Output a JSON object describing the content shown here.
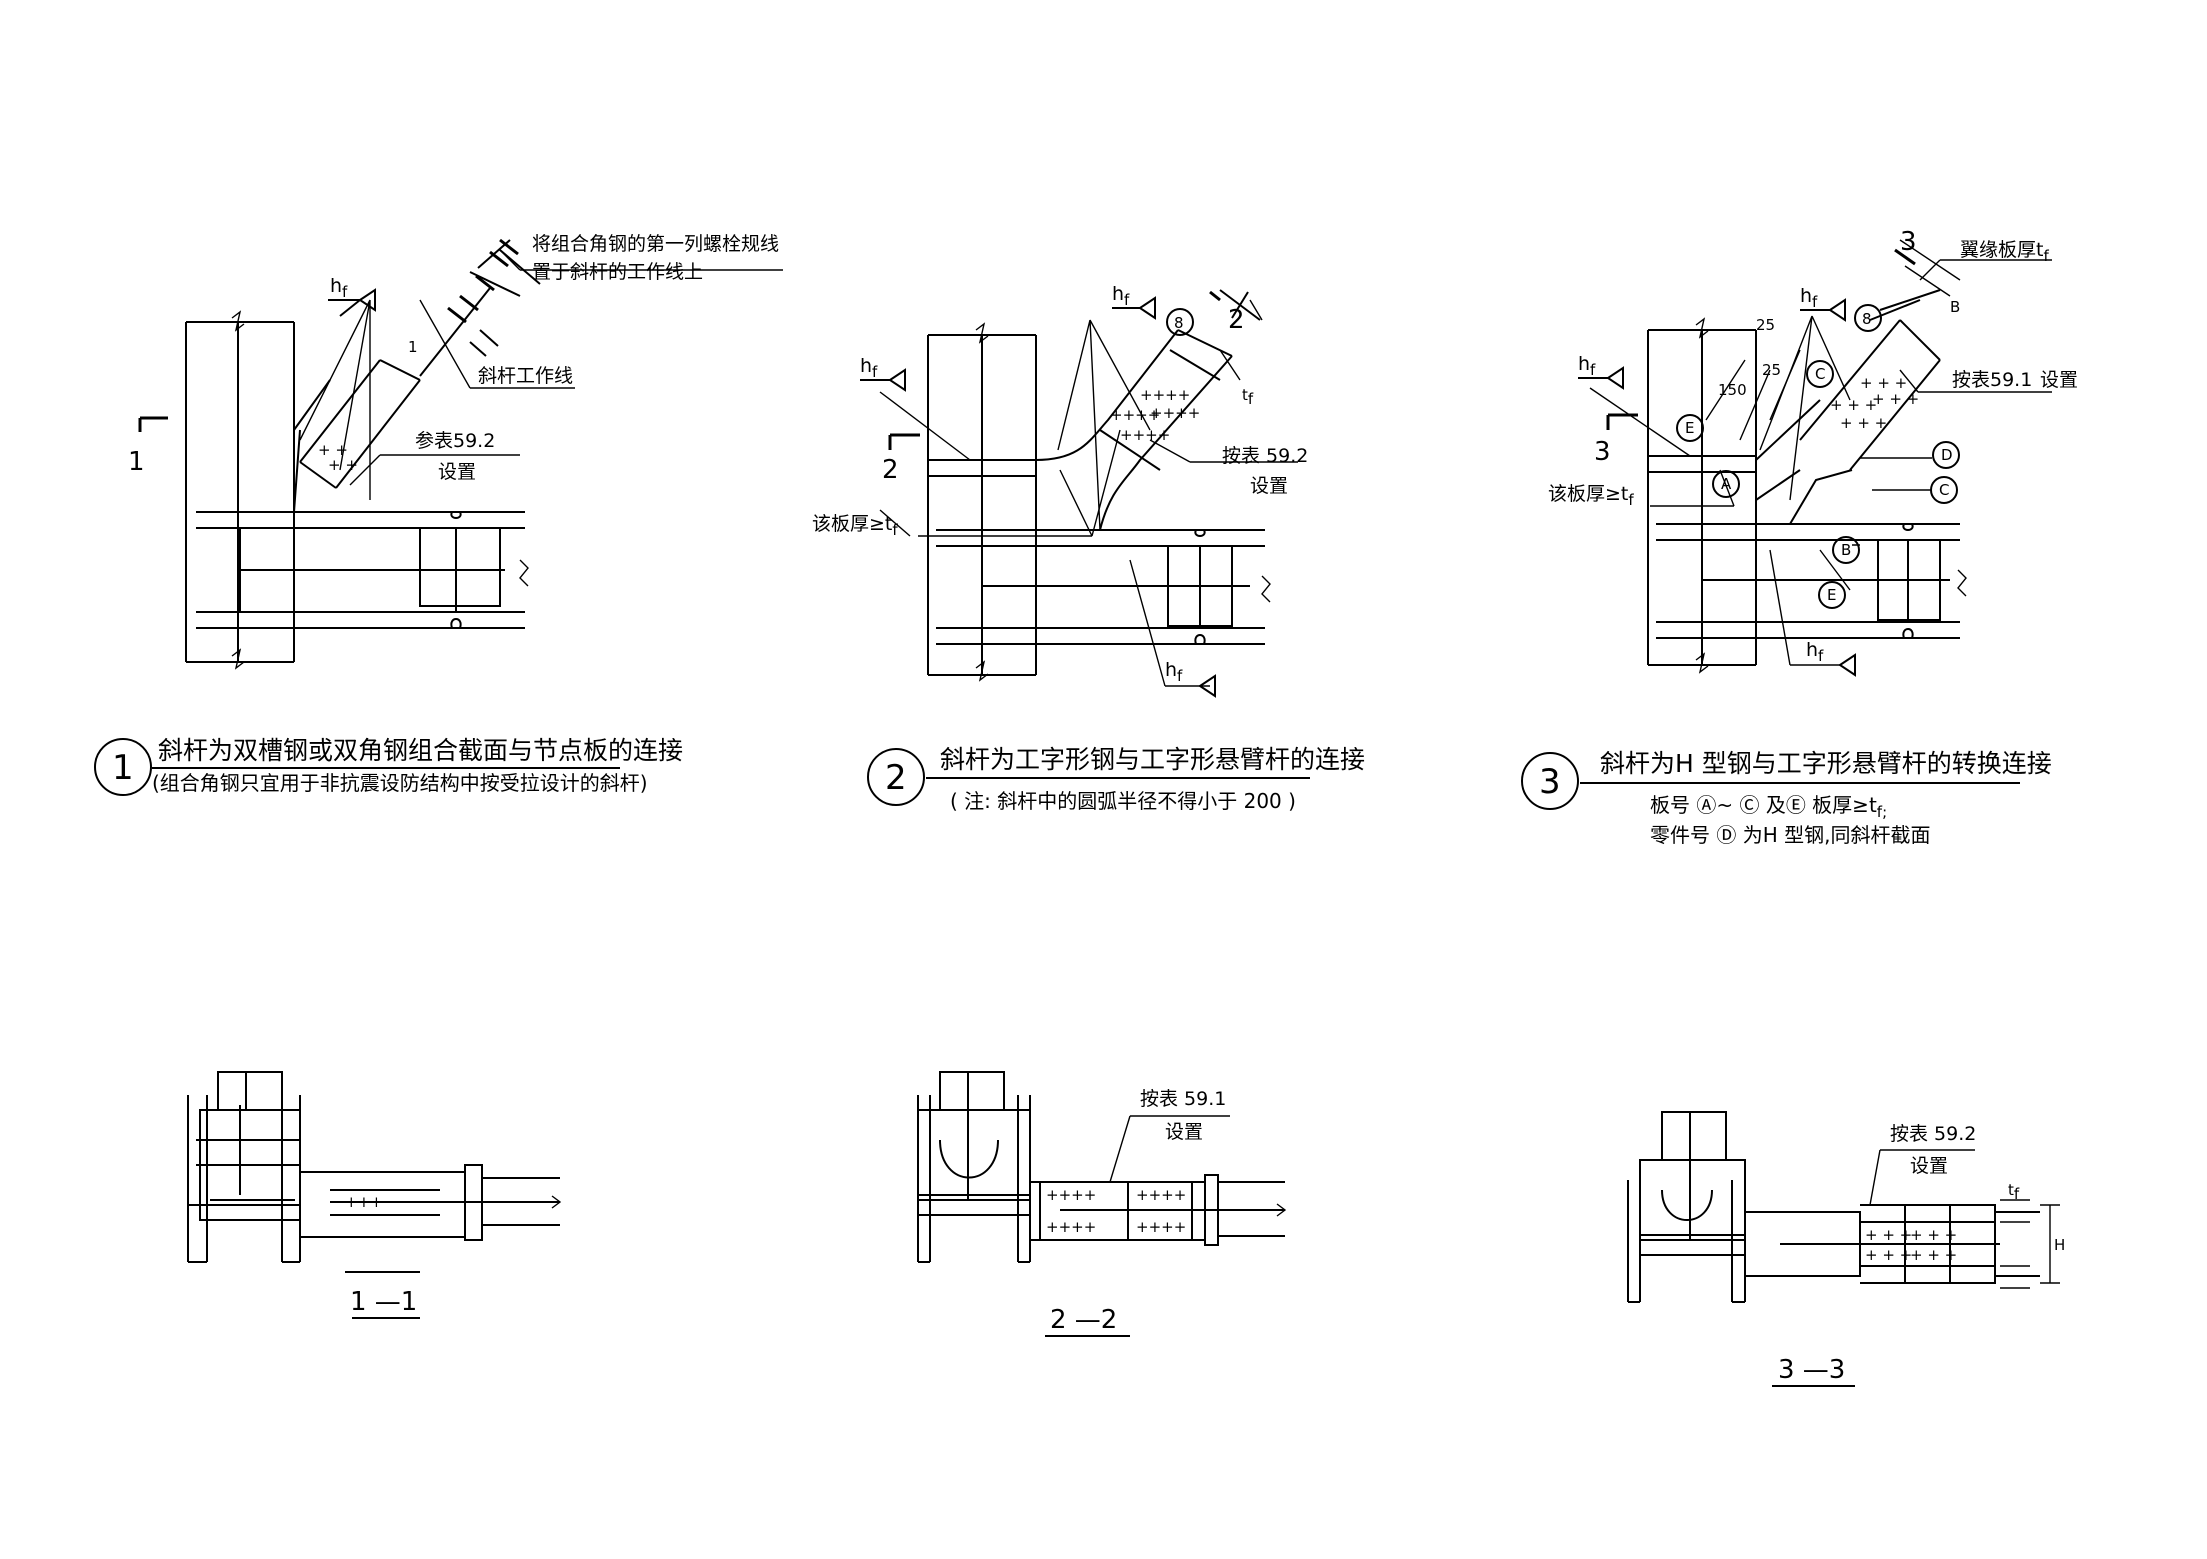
{
  "details": [
    {
      "number": "1",
      "title": "斜杆为双槽钢或双角钢组合截面与节点板的连接",
      "subtitle": "(组合角钢只宜用于非抗震设防结构中按受拉设计的斜杆)",
      "annotations": {
        "note_line1": "将组合角钢的第一列螺栓规线",
        "note_line2": "置于斜杆的工作线上",
        "work_line": "斜杆工作线",
        "ref_line1": "参表59.2",
        "ref_line2": "设置",
        "weld": "h",
        "weld_sub": "f",
        "section_mark": "1",
        "tag": "1"
      }
    },
    {
      "number": "2",
      "title": "斜杆为工字形钢与工字形悬臂杆的连接",
      "subtitle": "( 注: 斜杆中的圆弧半径不得小于 200 )",
      "annotations": {
        "ref_line1": "按表 59.2",
        "ref_line2": "设置",
        "plate_note": "该板厚≥t",
        "plate_sub": "f",
        "weld": "h",
        "weld_sub": "f",
        "circle_8": "8",
        "section_mark": "2",
        "tf": "t",
        "tf_sub": "f"
      }
    },
    {
      "number": "3",
      "title": "斜杆为H 型钢与工字形悬臂杆的转换连接",
      "subtitle_line1": "板号 Ⓐ~ Ⓒ 及Ⓔ 板厚≥t",
      "subtitle_line1_sub": "f;",
      "subtitle_line2": "零件号 Ⓓ 为H 型钢,同斜杆截面",
      "annotations": {
        "flange_note": "翼缘板厚t",
        "flange_sub": "f",
        "ref_line1": "按表59.1",
        "ref_line2": "设置",
        "plate_note": "该板厚≥t",
        "plate_sub": "f",
        "weld": "h",
        "weld_sub": "f",
        "circle_8": "8",
        "section_mark": "3",
        "dim_150": "150",
        "dim_25a": "25",
        "dim_25b": "25",
        "dim_B": "B",
        "parts": [
          "A",
          "B",
          "C",
          "C",
          "D",
          "E",
          "E"
        ]
      }
    }
  ],
  "sections": [
    {
      "label": "1 —1"
    },
    {
      "label": "2 —2",
      "ref_line1": "按表 59.1",
      "ref_line2": "设置"
    },
    {
      "label": "3 —3",
      "ref_line1": "按表 59.2",
      "ref_line2": "设置",
      "dim_H": "H",
      "dim_tf": "t",
      "dim_tf_sub": "f"
    }
  ]
}
